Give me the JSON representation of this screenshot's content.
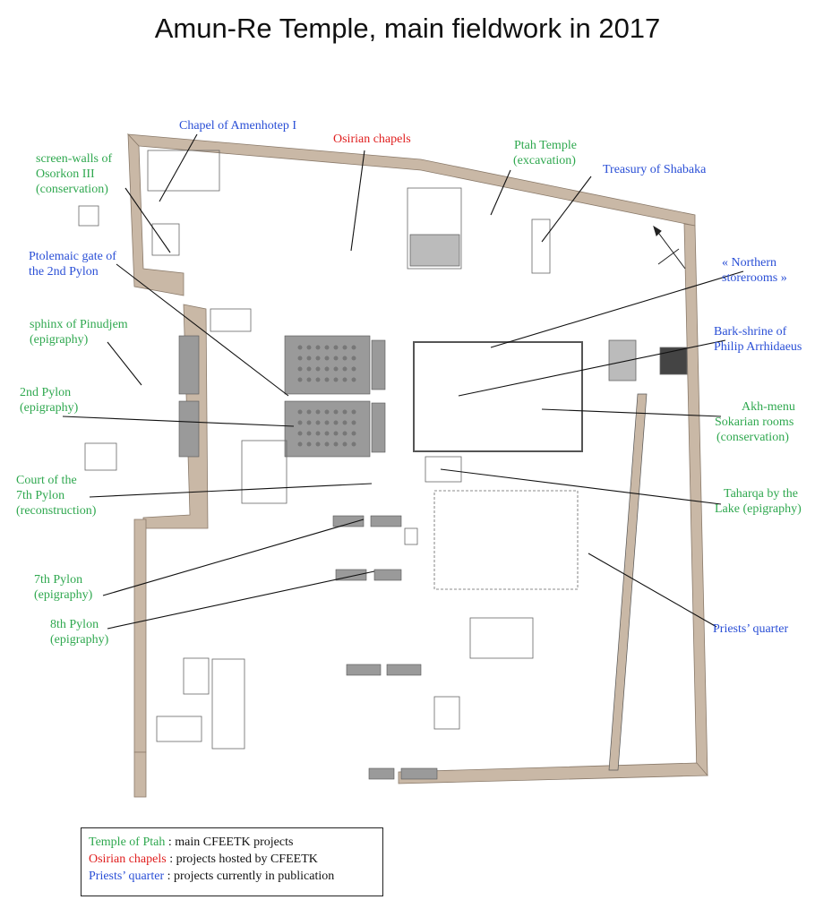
{
  "title": "Amun-Re Temple, main fieldwork in 2017",
  "colors": {
    "ptah_projects": "#2fa84f",
    "hosted": "#e02020",
    "publication": "#2a4fd6",
    "wall": "#c9b8a6",
    "structure": "#9a9a9a",
    "leader": "#111111"
  },
  "labels": {
    "chapel_amenhotep": "Chapel of Amenhotep I",
    "osirian_chapels": "Osirian chapels",
    "ptah_temple_1": "Ptah Temple",
    "ptah_temple_2": "(excavation)",
    "treasury_shabaka": "Treasury of Shabaka",
    "screen_walls_1": "screen-walls of",
    "screen_walls_2": "Osorkon III",
    "screen_walls_3": "(conservation)",
    "ptolemaic_gate_1": "Ptolemaic gate of",
    "ptolemaic_gate_2": "the 2nd Pylon",
    "northern_storerooms_1": "« Northern",
    "northern_storerooms_2": "storerooms »",
    "sphinx_1": "sphinx of Pinudjem",
    "sphinx_2": "(epigraphy)",
    "bark_shrine_1": "Bark-shrine of",
    "bark_shrine_2": "Philip Arrhidaeus",
    "pylon2_1": "2nd Pylon",
    "pylon2_2": "(epigraphy)",
    "akh_menu_1": "Akh-menu",
    "akh_menu_2": "Sokarian rooms",
    "akh_menu_3": "(conservation)",
    "court7_1": "Court of the",
    "court7_2": "7th Pylon",
    "court7_3": "(reconstruction)",
    "taharqa_1": "Taharqa by the",
    "taharqa_2": "Lake (epigraphy)",
    "pylon7_1": "7th Pylon",
    "pylon7_2": "(epigraphy)",
    "pylon8_1": "8th Pylon",
    "pylon8_2": "(epigraphy)",
    "priests_quarter": "Priests’ quarter"
  },
  "legend": [
    {
      "key": "Temple of Ptah",
      "desc": " : main CFEETK projects"
    },
    {
      "key": "Osirian chapels",
      "desc": " : projects hosted by CFEETK"
    },
    {
      "key": "Priests’ quarter",
      "desc": " : projects currently in publication"
    }
  ]
}
